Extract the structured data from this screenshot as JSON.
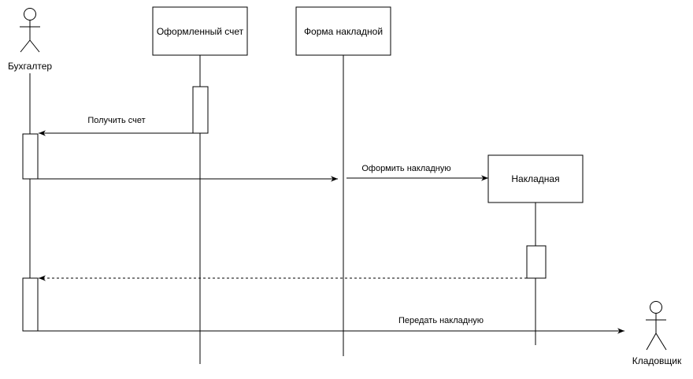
{
  "actors": {
    "accountant": "Бухгалтер",
    "storekeeper": "Кладовщик"
  },
  "objects": {
    "issued_invoice": "Оформленный счет",
    "waybill_form": "Форма накладной",
    "waybill": "Накладная"
  },
  "messages": {
    "get_invoice": "Получить счет",
    "make_waybill": "Оформить накладную",
    "return": "",
    "pass_waybill": "Передать накладную"
  },
  "colors": {
    "line": "#000000",
    "background": "#ffffff"
  }
}
